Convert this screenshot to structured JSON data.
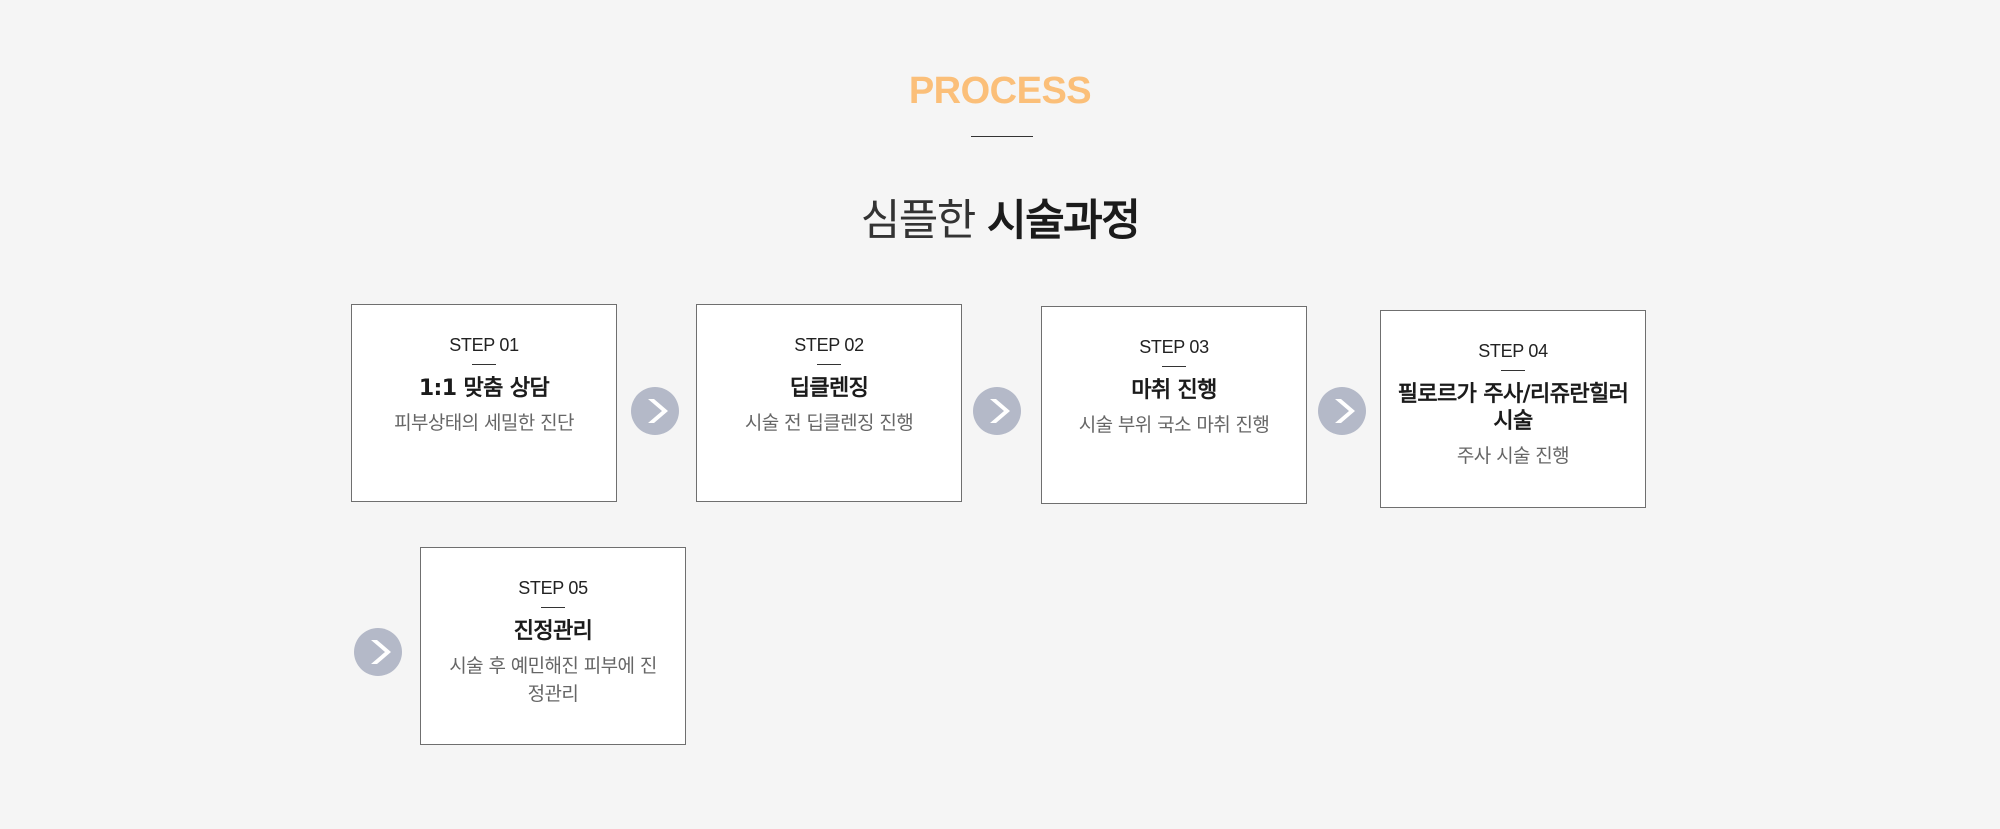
{
  "header": {
    "eyebrow": "PROCESS",
    "title_light": "심플한",
    "title_bold": "시술과정"
  },
  "colors": {
    "accent": "#fbbf79",
    "arrow_circle": "#b4b9c8",
    "background": "#f5f5f5"
  },
  "steps": [
    {
      "step": "STEP 01",
      "name": "1:1 맞춤 상담",
      "desc": "피부상태의 세밀한 진단"
    },
    {
      "step": "STEP 02",
      "name": "딥클렌징",
      "desc": "시술 전 딥클렌징 진행"
    },
    {
      "step": "STEP 03",
      "name": "마취 진행",
      "desc": "시술 부위 국소 마취 진행"
    },
    {
      "step": "STEP 04",
      "name": "필로르가 주사/리쥬란힐러 시술",
      "desc": "주사 시술 진행"
    },
    {
      "step": "STEP 05",
      "name": "진정관리",
      "desc": "시술 후 예민해진 피부에 진정관리"
    }
  ],
  "icons": {
    "arrow": "chevron-right-icon"
  }
}
